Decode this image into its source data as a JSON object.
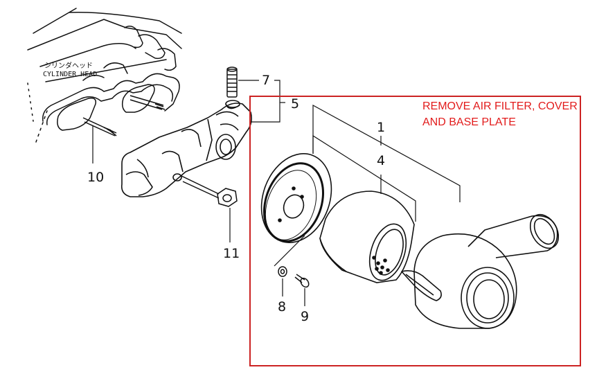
{
  "labels": {
    "cylinder_head_jp": "シリンダヘッド",
    "cylinder_head_en": "CYLINDER HEAD"
  },
  "callout": {
    "line1": "REMOVE AIR FILTER, COVER",
    "line2": "AND BASE PLATE",
    "color": "#e21b1b"
  },
  "parts": {
    "p1": "1",
    "p4": "4",
    "p5": "5",
    "p7": "7",
    "p8": "8",
    "p9": "9",
    "p10": "10",
    "p11": "11"
  }
}
